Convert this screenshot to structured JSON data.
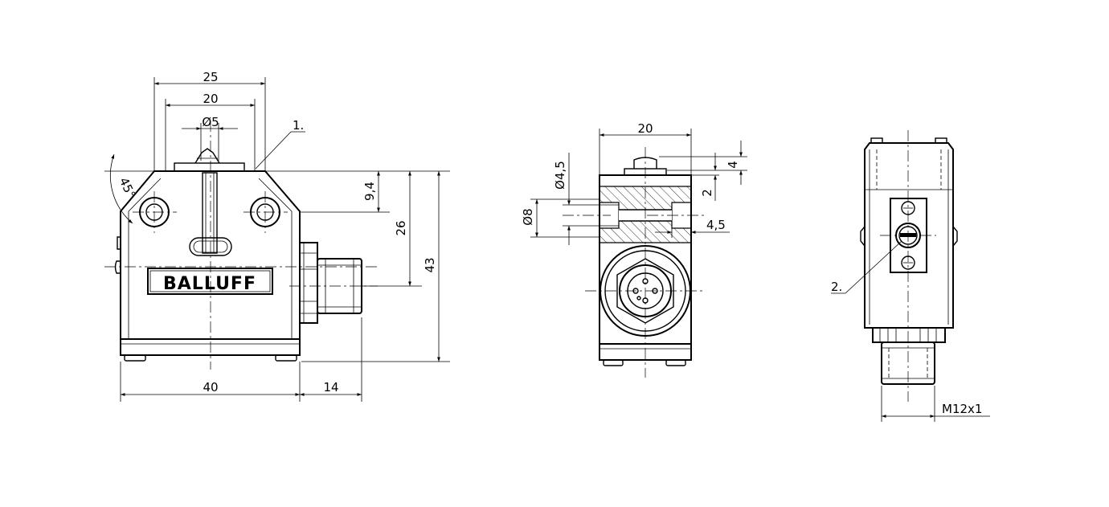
{
  "drawing": {
    "brand_logo": "BALLUFF",
    "front_view": {
      "dims": {
        "width_top_outer": "25",
        "width_top_inner": "20",
        "plunger_diameter": "Ø5",
        "callout_1": "1.",
        "chamfer_angle": "45°",
        "hole_height": "9,4",
        "connector_height": "26",
        "total_height": "43",
        "body_width": "40",
        "connector_length": "14"
      }
    },
    "side_view": {
      "dims": {
        "width": "20",
        "hole_small": "Ø4,5",
        "hole_large": "Ø8",
        "plunger_top": "4",
        "plunger_step": "2",
        "counterbore": "4,5"
      }
    },
    "rear_view": {
      "dims": {
        "callout_2": "2.",
        "thread": "M12x1"
      }
    }
  }
}
